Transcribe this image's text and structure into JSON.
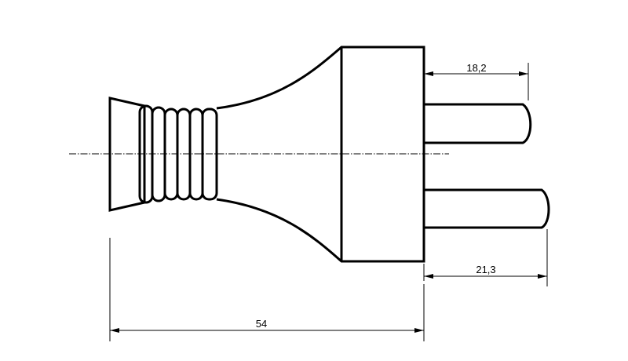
{
  "drawing": {
    "subject": "",
    "dimensions": {
      "overall_length": "54",
      "upper_pin_length": "18,2",
      "lower_pin_length": "21,3"
    }
  },
  "colors": {
    "line": "#000000",
    "background": "#ffffff"
  }
}
